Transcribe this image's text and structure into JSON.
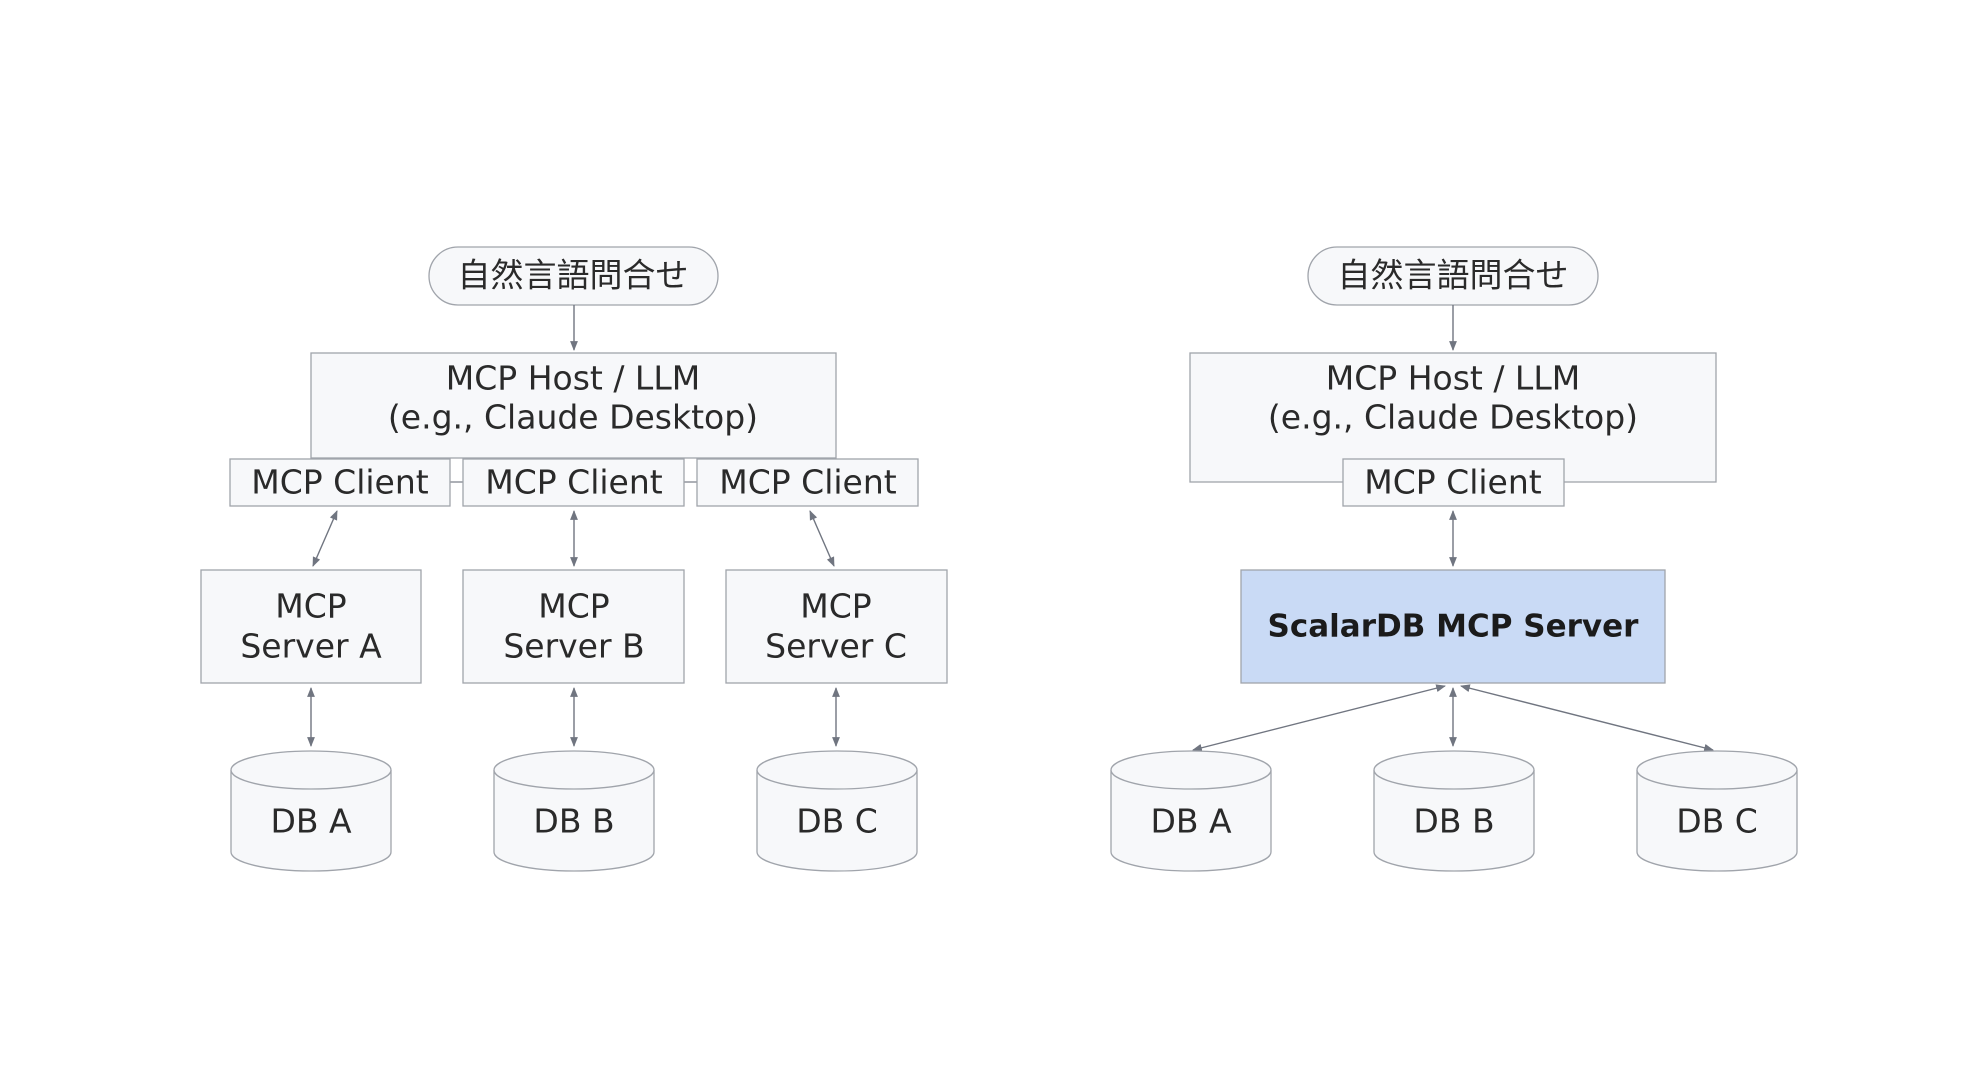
{
  "left": {
    "query": "自然言語問合せ",
    "host": {
      "line1": "MCP Host / LLM",
      "line2": "(e.g., Claude Desktop)"
    },
    "clients": [
      "MCP Client",
      "MCP Client",
      "MCP Client"
    ],
    "servers": [
      {
        "line1": "MCP",
        "line2": "Server A"
      },
      {
        "line1": "MCP",
        "line2": "Server B"
      },
      {
        "line1": "MCP",
        "line2": "Server C"
      }
    ],
    "dbs": [
      "DB A",
      "DB B",
      "DB C"
    ]
  },
  "right": {
    "query": "自然言語問合せ",
    "host": {
      "line1": "MCP Host / LLM",
      "line2": "(e.g., Claude Desktop)"
    },
    "client": "MCP Client",
    "server": "ScalarDB MCP Server",
    "dbs": [
      "DB A",
      "DB B",
      "DB C"
    ]
  },
  "colors": {
    "node_fill": "#f7f8fa",
    "node_stroke": "#a0a4ab",
    "highlight_fill": "#c9daf5",
    "arrow": "#707580"
  }
}
